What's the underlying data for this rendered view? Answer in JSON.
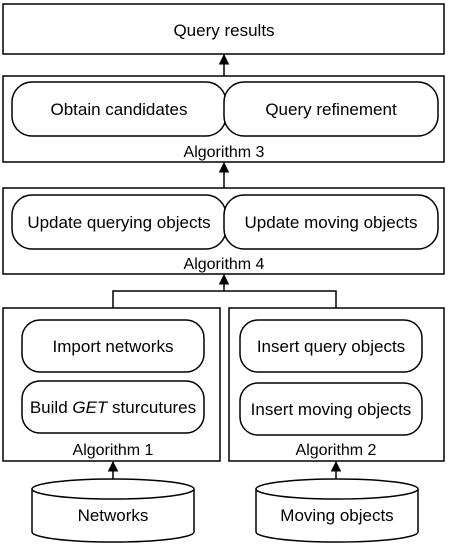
{
  "diagram": {
    "query_results": "Query results",
    "algorithm3": {
      "label": "Algorithm 3",
      "steps": [
        "Obtain candidates",
        "Query refinement"
      ]
    },
    "algorithm4": {
      "label": "Algorithm 4",
      "steps": [
        "Update querying objects",
        "Update moving objects"
      ]
    },
    "algorithm1": {
      "label": "Algorithm 1",
      "steps": [
        "Import networks",
        "Build ",
        "GET",
        " sturcutures"
      ]
    },
    "algorithm2": {
      "label": "Algorithm 2",
      "steps": [
        "Insert query objects",
        "Insert moving objects"
      ]
    },
    "databases": [
      "Networks",
      "Moving objects"
    ]
  }
}
